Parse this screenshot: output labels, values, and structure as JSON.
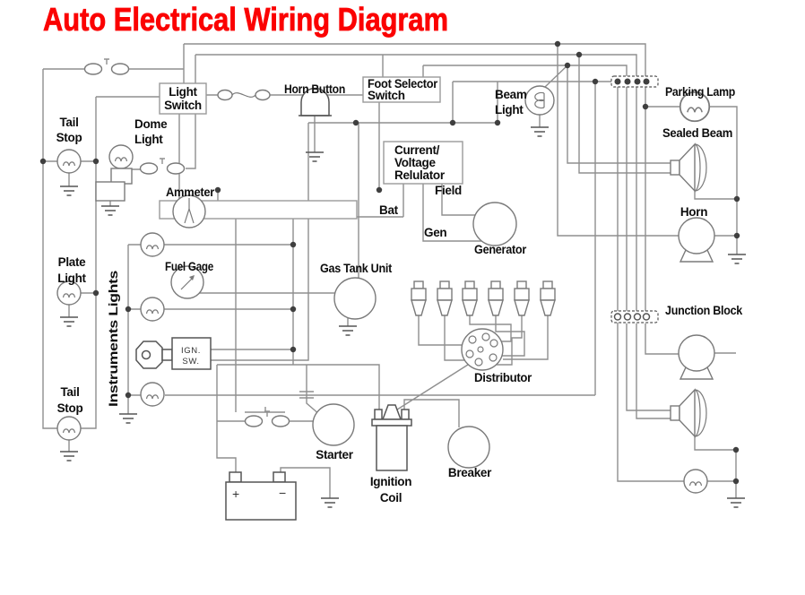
{
  "title": "Auto Electrical Wiring Diagram",
  "colors": {
    "title_red": "#fb0202",
    "wire_gray": "#8f8f8f",
    "component_gray": "#7a7a7a",
    "text_black": "#0d0d0d"
  },
  "labels": {
    "tail_stop_top": {
      "line1": "Tail",
      "line2": "Stop"
    },
    "dome_light": {
      "line1": "Dome",
      "line2": "Light"
    },
    "light_switch": {
      "line1": "Light",
      "line2": "Switch"
    },
    "horn_button": {
      "text": "Horn Button"
    },
    "foot_selector": {
      "line1": "Foot Selector",
      "line2": "Switch"
    },
    "beam_light": {
      "line1": "Beam",
      "line2": "Light"
    },
    "parking_lamp": {
      "text": "Parking Lamp"
    },
    "sealed_beam": {
      "text": "Sealed Beam"
    },
    "horn": {
      "text": "Horn"
    },
    "regulator": {
      "line1": "Current/",
      "line2": "Voltage",
      "line3": "Relulator"
    },
    "field": {
      "text": "Field"
    },
    "bat": {
      "text": "Bat"
    },
    "gen": {
      "text": "Gen"
    },
    "generator": {
      "text": "Generator"
    },
    "ammeter": {
      "text": "Ammeter"
    },
    "fuel_gage": {
      "text": "Fuel Gage"
    },
    "gas_tank_unit": {
      "text": "Gas Tank Unit"
    },
    "instruments_lights": {
      "text": "Instruments Lights"
    },
    "ign_switch": {
      "line1": "IGN.",
      "line2": "SW."
    },
    "plate_light": {
      "line1": "Plate",
      "line2": "Light"
    },
    "tail_stop_bottom": {
      "line1": "Tail",
      "line2": "Stop"
    },
    "junction_block": {
      "text": "Junction Block"
    },
    "distributor": {
      "text": "Distributor"
    },
    "starter": {
      "text": "Starter"
    },
    "ignition_coil": {
      "line1": "Ignition",
      "line2": "Coil"
    },
    "breaker": {
      "text": "Breaker"
    },
    "battery": {
      "plus": "+",
      "minus": "−"
    }
  }
}
